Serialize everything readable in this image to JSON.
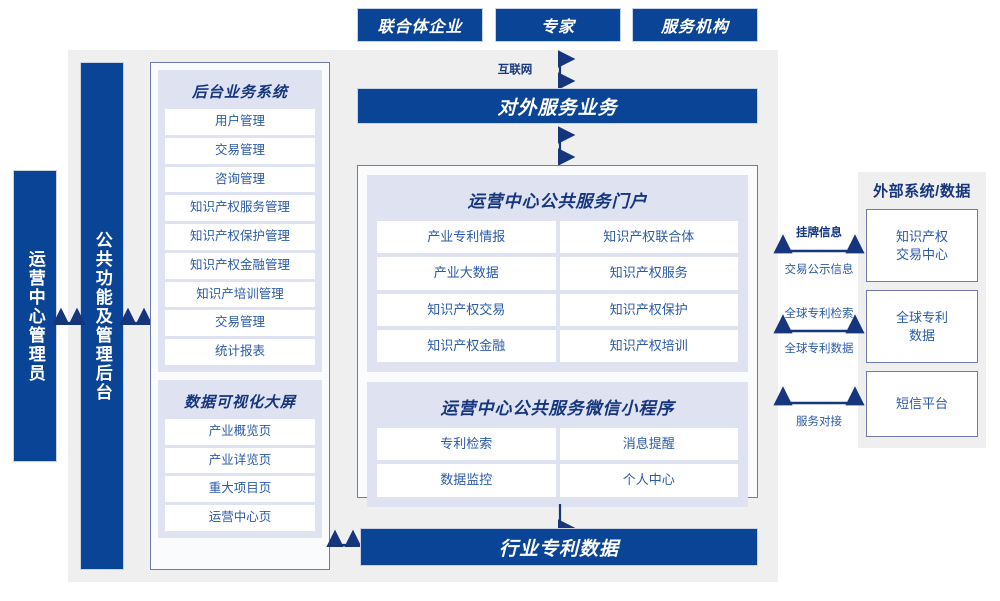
{
  "top_actors": [
    {
      "label": "联合体企业"
    },
    {
      "label": "专家"
    },
    {
      "label": "服务机构"
    }
  ],
  "internet_label": "互联网",
  "external_service_bar": {
    "label": "对外服务业务"
  },
  "bottom_bar": {
    "label": "行业专利数据"
  },
  "left_columns": [
    {
      "label": "运营中心管理员"
    },
    {
      "label": "公共功能及管理后台"
    }
  ],
  "backoffice": {
    "title": "后台业务系统",
    "items": [
      "用户管理",
      "交易管理",
      "咨询管理",
      "知识产权服务管理",
      "知识产权保护管理",
      "知识产权金融管理",
      "知识产培训管理",
      "交易管理",
      "统计报表"
    ]
  },
  "dataviz": {
    "title": "数据可视化大屏",
    "items": [
      "产业概览页",
      "产业详览页",
      "重大项目页",
      "运营中心页"
    ]
  },
  "portal": {
    "title": "运营中心公共服务门户",
    "items": [
      "产业专利情报",
      "知识产权联合体",
      "产业大数据",
      "知识产权服务",
      "知识产权交易",
      "知识产权保护",
      "知识产权金融",
      "知识产权培训"
    ]
  },
  "miniprogram": {
    "title": "运营中心公共服务微信小程序",
    "items": [
      "专利检索",
      "消息提醒",
      "数据监控",
      "个人中心"
    ]
  },
  "external": {
    "title": "外部系统/数据",
    "boxes": [
      {
        "label": "知识产权\n交易中心"
      },
      {
        "label": "全球专利\n数据"
      },
      {
        "label": "短信平台"
      }
    ],
    "connectors": [
      {
        "above": "挂牌信息",
        "below": "交易公示信息"
      },
      {
        "above": "全球专利检索",
        "below": "全球专利数据"
      },
      {
        "above": "",
        "below": "服务对接"
      }
    ]
  },
  "colors": {
    "brand_blue": "#0a4496",
    "panel_gray": "#efefef",
    "card_border": "#7079ab",
    "cell_text": "#2a5aa8",
    "title_text": "#15357d",
    "group_bg": "#dfe3f1"
  }
}
